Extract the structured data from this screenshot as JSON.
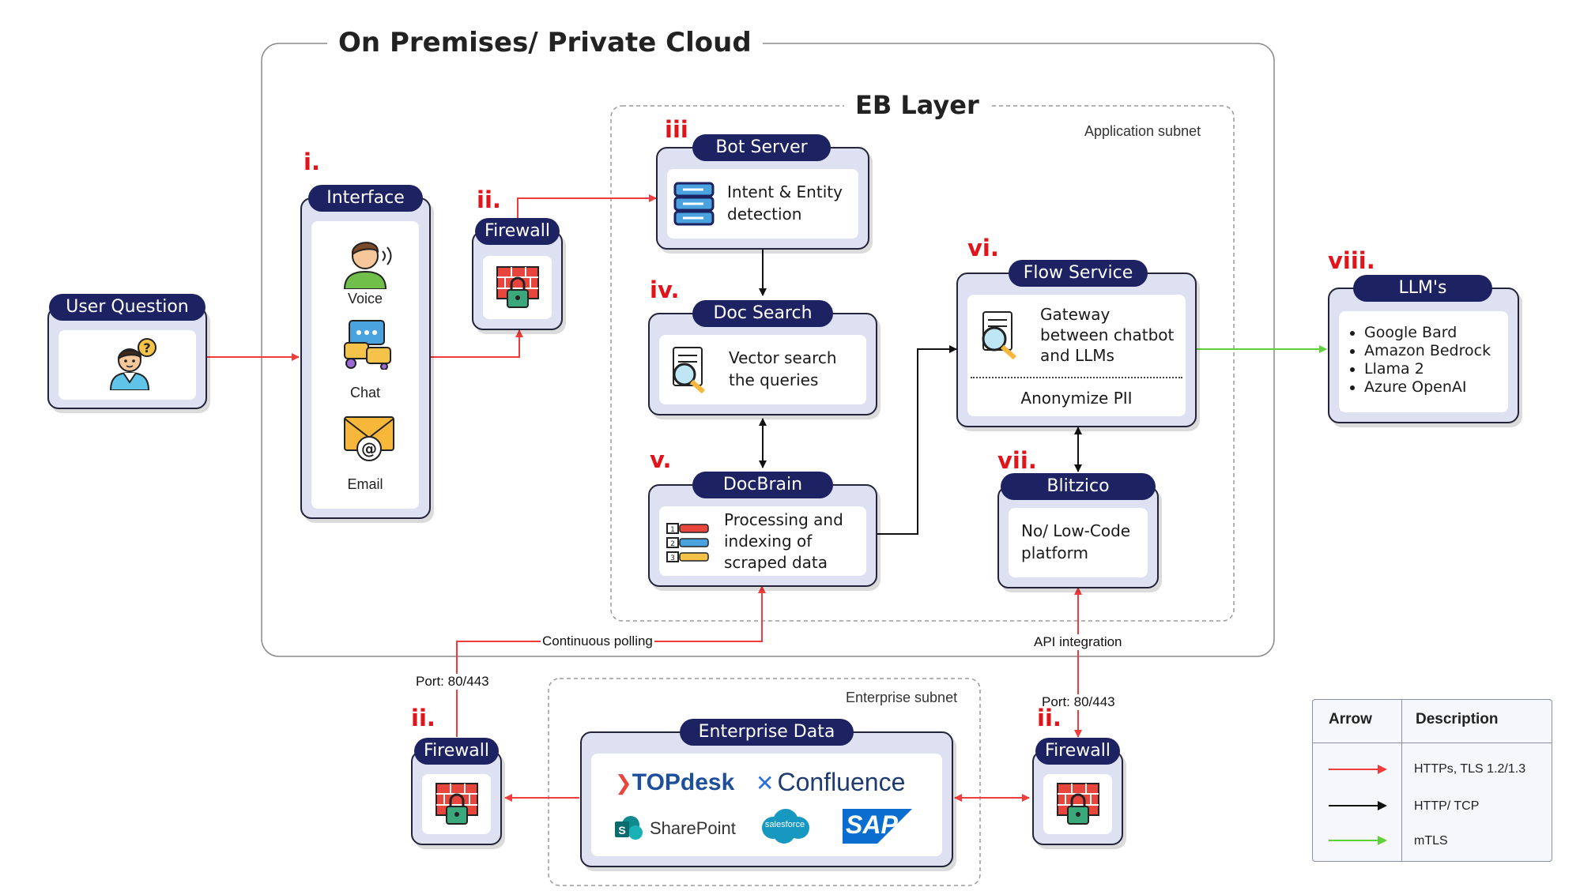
{
  "outer": {
    "title": "On Premises/ Private Cloud"
  },
  "eb_layer": {
    "title": "EB Layer",
    "subnet": "Application subnet"
  },
  "enterprise_subnet": "Enterprise subnet",
  "user_question": {
    "header": "User Question",
    "icon": "user-question-icon"
  },
  "interface": {
    "number": "i.",
    "header": "Interface",
    "items": [
      {
        "label": "Voice",
        "icon": "voice-user-icon"
      },
      {
        "label": "Chat",
        "icon": "chat-icon"
      },
      {
        "label": "Email",
        "icon": "email-icon"
      }
    ]
  },
  "firewall_top": {
    "number": "ii.",
    "header": "Firewall"
  },
  "firewall_left": {
    "number": "ii.",
    "header": "Firewall",
    "port": "Port: 80/443"
  },
  "firewall_right": {
    "number": "ii.",
    "header": "Firewall",
    "port": "Port: 80/443"
  },
  "bot_server": {
    "number": "iii",
    "header": "Bot Server",
    "line1": "Intent & Entity",
    "line2": "detection"
  },
  "doc_search": {
    "number": "iv.",
    "header": "Doc Search",
    "line1": "Vector search",
    "line2": "the queries"
  },
  "docbrain": {
    "number": "v.",
    "header": "DocBrain",
    "line1": "Processing and",
    "line2": "indexing of",
    "line3": "scraped data"
  },
  "flow_service": {
    "number": "vi.",
    "header": "Flow Service",
    "line1": "Gateway",
    "line2": "between chatbot",
    "line3": "and LLMs",
    "footer": "Anonymize PII"
  },
  "blitzico": {
    "number": "vii.",
    "header": "Blitzico",
    "line1": "No/ Low-Code",
    "line2": "platform"
  },
  "llms": {
    "number": "viii.",
    "header": "LLM's",
    "items": [
      "Google Bard",
      "Amazon Bedrock",
      "Llama 2",
      "Azure OpenAI"
    ]
  },
  "enterprise_data": {
    "header": "Enterprise Data",
    "logos": {
      "topdesk": "TOPdesk",
      "confluence": "Confluence",
      "sharepoint": "SharePoint",
      "salesforce": "salesforce",
      "sap": "SAP"
    }
  },
  "edges": {
    "continuous_polling": "Continuous polling",
    "api_integration": "API integration"
  },
  "legend": {
    "col_arrow": "Arrow",
    "col_description": "Description",
    "rows": [
      {
        "color": "#f23b3b",
        "label": "HTTPs, TLS 1.2/1.3"
      },
      {
        "color": "#111111",
        "label": "HTTP/ TCP"
      },
      {
        "color": "#5fd13a",
        "label": "mTLS"
      }
    ]
  },
  "colors": {
    "header_bg": "#1d2263",
    "box_bg": "#dde1f2",
    "https_arrow": "#f23b3b",
    "tcp_arrow": "#111111",
    "mtls_arrow": "#5fd13a",
    "number_red": "#e0141a"
  }
}
